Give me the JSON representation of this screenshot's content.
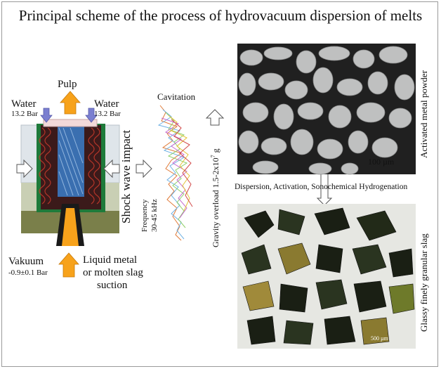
{
  "title": "Principal scheme of the process of hydrovacuum dispersion of melts",
  "device": {
    "pulp_label": "Pulp",
    "water_left_label": "Water",
    "water_left_pressure": "13.2 Bar",
    "water_right_label": "Water",
    "water_right_pressure": "13.2 Bar",
    "vakuum_label": "Vakuum",
    "vakuum_pressure": "-0.9±0.1 Bar",
    "suction_line1": "Liquid metal",
    "suction_line2": "or molten slag",
    "suction_line3": "suction"
  },
  "middle": {
    "shock_wave": "Shock wave impact",
    "cavitation": "Cavitation",
    "frequency_label": "Frequency",
    "frequency_value": "30-45 kHz",
    "gravity_prefix": "Gravity overload 1.5-2x10",
    "gravity_exp": "7",
    "gravity_unit": " g"
  },
  "right": {
    "top_photo_caption": "Activated metal powder",
    "scale_bar_top": "100 µm",
    "process_label": "Dispersion, Activation, Sonochemical Hydrogenation",
    "bottom_photo_caption": "Glassy finely granular slag",
    "scale_bar_bottom": "500 µm"
  },
  "colors": {
    "arrow_orange": "#f7a21b",
    "arrow_blue": "#7b7fd0",
    "shell_green": "#1e7a3a",
    "coil_red": "#b02020",
    "core_blue": "#3a6fb0",
    "base_olive": "#7a7f4a"
  }
}
